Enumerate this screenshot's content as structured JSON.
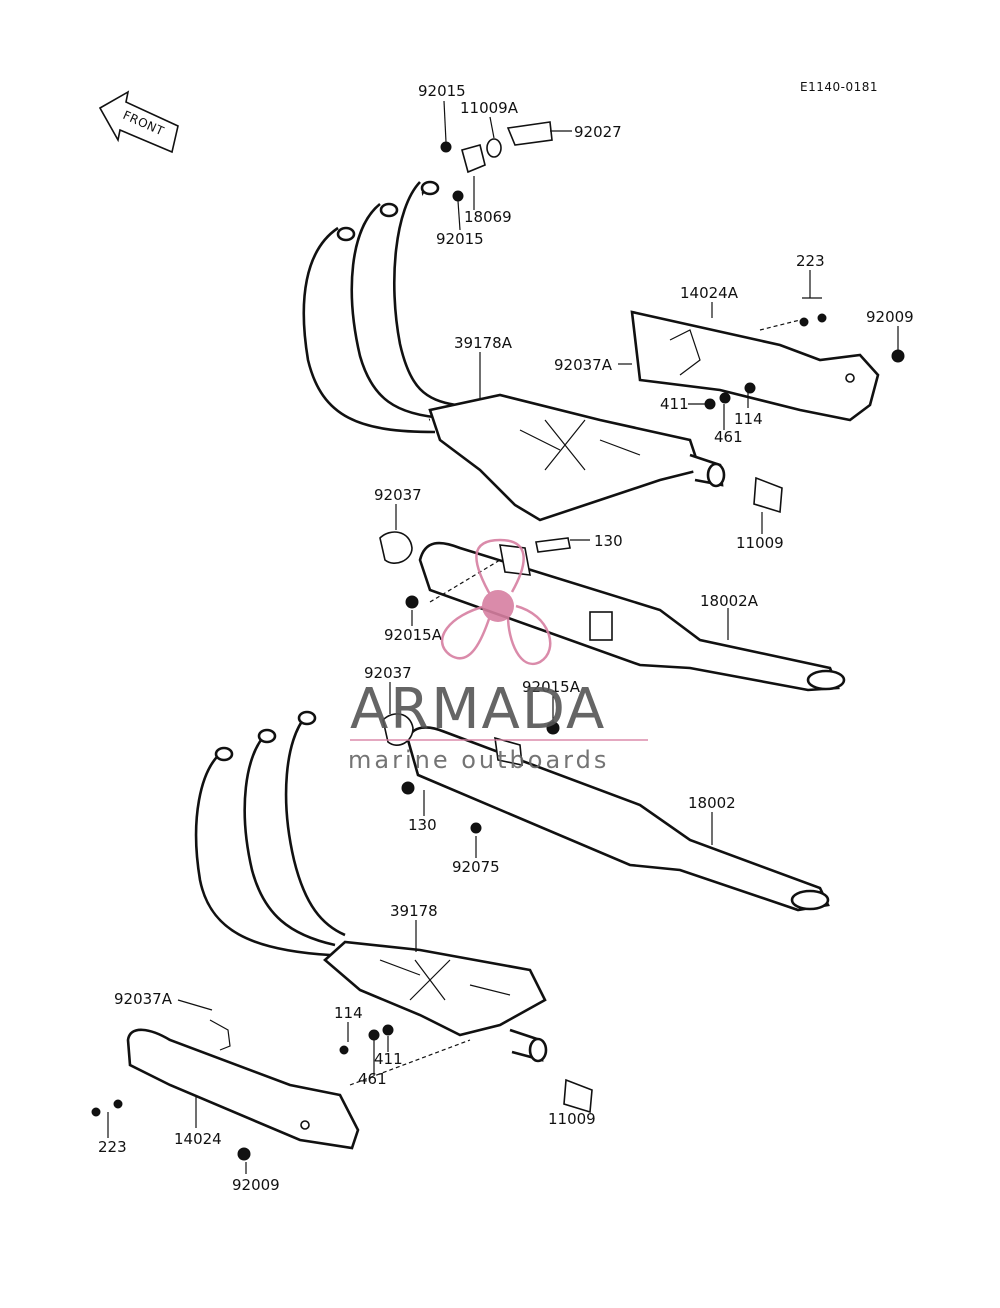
{
  "diagram": {
    "code": "E1140-0181",
    "front_label": "FRONT",
    "part_labels": {
      "p92015_top": "92015",
      "p11009A": "11009A",
      "p92027": "92027",
      "p18069": "18069",
      "p92015_mid": "92015",
      "p223_top": "223",
      "p14024A": "14024A",
      "p92009_top": "92009",
      "p39178A": "39178A",
      "p92037A_top": "92037A",
      "p411_top": "411",
      "p114_top": "114",
      "p461_top": "461",
      "p92037_top": "92037",
      "p130_top": "130",
      "p11009_top": "11009",
      "p18002A": "18002A",
      "p92015A_left": "92015A",
      "p92037_mid": "92037",
      "p92015A_right": "92015A",
      "p18002": "18002",
      "p130_mid": "130",
      "p92075": "92075",
      "p39178": "39178",
      "p92037A_bot": "92037A",
      "p114_bot": "114",
      "p411_bot": "411",
      "p461_bot": "461",
      "p223_bot": "223",
      "p14024": "14024",
      "p11009_bot": "11009",
      "p92009_bot": "92009"
    }
  },
  "watermark": {
    "title": "ARMADA",
    "subtitle": "marine outboards",
    "colors": {
      "logo": "#d77fa1",
      "text": "#555555"
    }
  }
}
